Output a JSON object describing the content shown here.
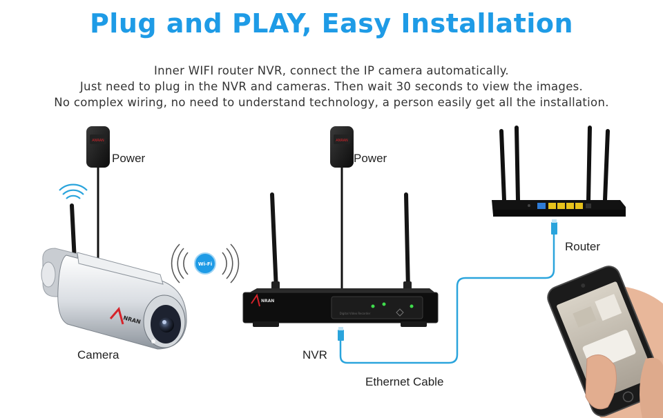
{
  "header": {
    "title": "Plug and PLAY, Easy Installation",
    "lines": [
      "Inner WIFI router NVR, connect the IP camera automatically.",
      "Just need to plug in the NVR and cameras. Then wait 30 seconds to view the images.",
      "No complex wiring, no need to understand technology, a person easily get all the installation."
    ]
  },
  "labels": {
    "power_camera": "Power",
    "power_nvr": "Power",
    "router": "Router",
    "camera": "Camera",
    "nvr": "NVR",
    "ethernet": "Ethernet Cable",
    "wifi_badge": "Wi-Fi"
  },
  "colors": {
    "title": "#1e9be6",
    "cable": "#2aa4dc",
    "device_dark": "#111111",
    "brand_red": "#d6232a",
    "port_yellow": "#e7c21c",
    "port_blue": "#2e7bd6"
  }
}
